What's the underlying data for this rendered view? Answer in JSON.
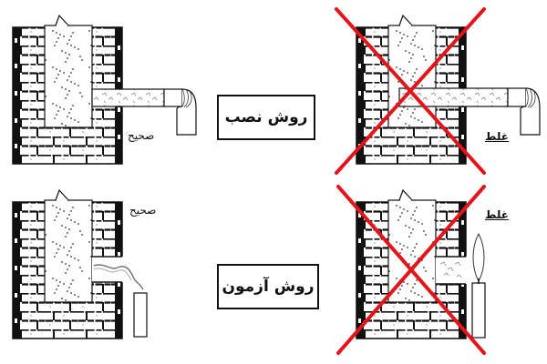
{
  "diagram": {
    "title_rows": [
      {
        "id": "installation",
        "label": "روش نصب"
      },
      {
        "id": "testing",
        "label": "روش آزمون"
      }
    ],
    "panels": [
      {
        "row": "installation",
        "side": "left",
        "verdict": "صحیح",
        "correct": true,
        "description": "Flue pipe enters chimney side and stops at the wall (flush)"
      },
      {
        "row": "installation",
        "side": "right",
        "verdict": "غلط",
        "correct": false,
        "description": "Flue pipe pushed deep into chimney flue — crossed out"
      },
      {
        "row": "testing",
        "side": "left",
        "verdict": "صحیح",
        "correct": true,
        "description": "Candle smoke drawn into chimney opening"
      },
      {
        "row": "testing",
        "side": "right",
        "verdict": "غلط",
        "correct": false,
        "description": "Candle smoke not drawn into chimney — crossed out"
      }
    ],
    "colors": {
      "ink": "#111111",
      "cross": "#e3151a",
      "background": "#ffffff"
    }
  }
}
